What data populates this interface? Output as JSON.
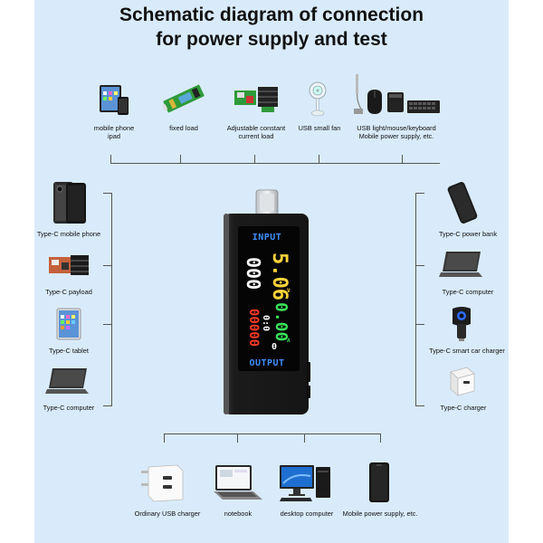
{
  "title": {
    "line1": "Schematic diagram of connection",
    "line2": "for power supply and test"
  },
  "top_devices": [
    {
      "line1": "mobile phone",
      "line2": "ipad",
      "icon": "phone-tablet-icon"
    },
    {
      "line1": "fixed load",
      "line2": "",
      "icon": "fixed-load-board-icon"
    },
    {
      "line1": "Adjustable constant",
      "line2": "current load",
      "icon": "adjustable-load-board-icon"
    },
    {
      "line1": "USB small fan",
      "line2": "",
      "icon": "usb-fan-icon"
    },
    {
      "line1": "USB light/mouse/keyboard",
      "line2": "Mobile power supply, etc.",
      "icon": "usb-peripherals-icon"
    }
  ],
  "left_devices": [
    {
      "label": "Type-C mobile phone",
      "icon": "smartphone-icon"
    },
    {
      "label": "Type-C payload",
      "icon": "load-board-icon"
    },
    {
      "label": "Type-C tablet",
      "icon": "tablet-icon"
    },
    {
      "label": "Type-C computer",
      "icon": "laptop-icon"
    }
  ],
  "right_devices": [
    {
      "label": "Type-C power bank",
      "icon": "power-bank-icon"
    },
    {
      "label": "Type-C computer",
      "icon": "laptop-icon"
    },
    {
      "label": "Type-C smart car charger",
      "icon": "car-charger-icon"
    },
    {
      "label": "Type-C charger",
      "icon": "charger-icon"
    }
  ],
  "bottom_devices": [
    {
      "label": "Ordinary USB charger",
      "icon": "usb-charger-icon"
    },
    {
      "label": "notebook",
      "icon": "notebook-icon"
    },
    {
      "label": "desktop computer",
      "icon": "desktop-computer-icon"
    },
    {
      "label": "Mobile power supply, etc.",
      "icon": "mobile-power-icon"
    }
  ],
  "meter": {
    "input_label": "INPUT",
    "output_label": "OUTPUT",
    "voltage_reading": "5.06",
    "current_reading": "0.00",
    "voltage_unit": "V",
    "current_unit": "A",
    "left_top_reading": "000",
    "left_bottom_reading": "000",
    "power_reading": "00000",
    "time_reading": "0:0",
    "small_reading": "0"
  },
  "colors": {
    "panel_bg": "#d9ebfa",
    "meter_body": "#1b1b1b",
    "lcd_blue": "#3f8fff",
    "lcd_green": "#39e15a",
    "lcd_yellow": "#ffd43a",
    "lcd_red": "#ff3a2a",
    "lcd_white": "#ffffff",
    "lcd_cyan": "#2ad6ff"
  }
}
